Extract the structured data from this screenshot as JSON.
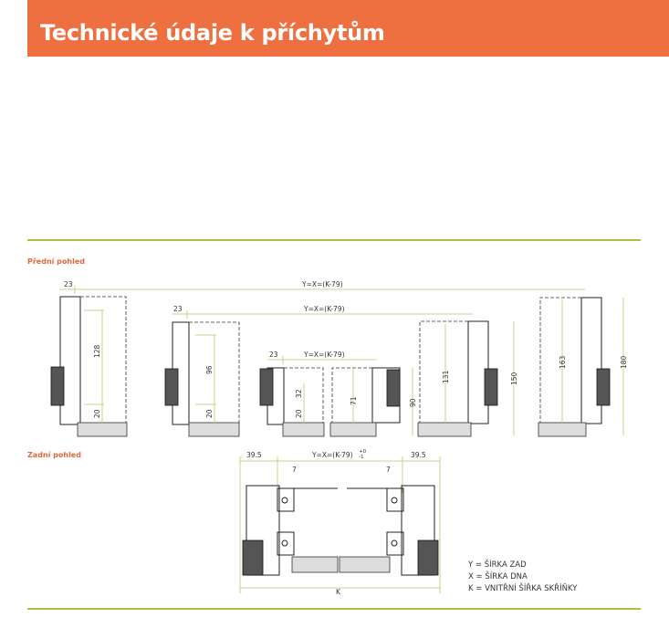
{
  "header": {
    "title": "Technické údaje k příchytům"
  },
  "front_view": {
    "title": "Přední pohled",
    "width_formula": "Y=X=(K-79)",
    "offset": "23",
    "profiles": [
      {
        "heights": [
          "128",
          "20"
        ]
      },
      {
        "heights": [
          "96",
          "20"
        ]
      },
      {
        "heights": [
          "32",
          "20"
        ]
      },
      {
        "heights": [
          "71",
          "90"
        ]
      },
      {
        "heights": [
          "131",
          "150"
        ]
      },
      {
        "heights": [
          "163",
          "180"
        ]
      }
    ]
  },
  "rear_view": {
    "title": "Zadní pohled",
    "side_left": "39.5",
    "side_right": "39.5",
    "width_formula": "Y=X=(K-79)",
    "tol_upper": "+0",
    "tol_lower": "-1",
    "hole_offset_left": "7",
    "hole_offset_right": "7",
    "k_label": "K"
  },
  "legend": [
    "Y = ŠÍRKA ZAD",
    "X = ŠÍRKA DNA",
    "K = VNITŘNÍ ŠÍŘKA SKŘÍŇKY"
  ],
  "colors": {
    "accent": "#ee7041",
    "rule": "#a9c23f"
  }
}
